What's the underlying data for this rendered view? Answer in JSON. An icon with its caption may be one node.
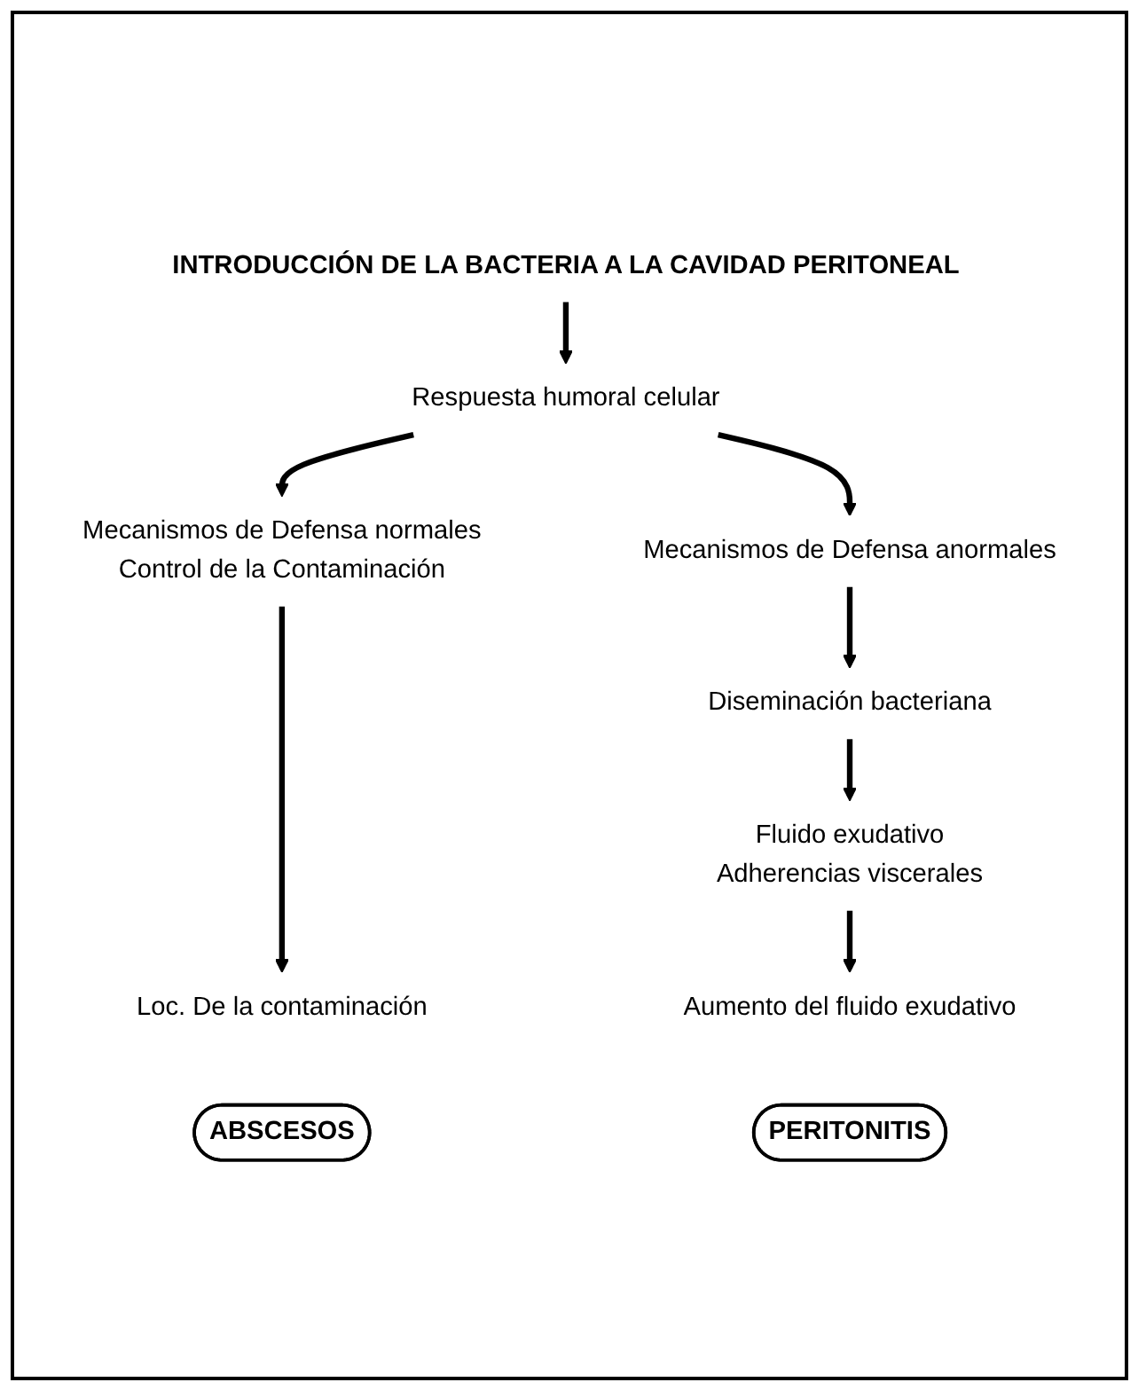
{
  "diagram": {
    "nodes": [
      {
        "text": [
          "INTRODUCCIÓN DE LA BACTERIA A LA CAVIDAD PERITONEAL"
        ]
      },
      {
        "text": [
          "Respuesta humoral celular"
        ]
      },
      {
        "text": [
          "Mecanismos de Defensa normales",
          "Control de la Contaminación"
        ]
      },
      {
        "text": [
          "Mecanismos de Defensa anormales"
        ]
      },
      {
        "text": [
          "Diseminación bacteriana"
        ]
      },
      {
        "text": [
          "Fluido exudativo",
          "Adherencias viscerales"
        ]
      },
      {
        "text": [
          "Loc. De la contaminación"
        ]
      },
      {
        "text": [
          "Aumento del fluido exudativo"
        ]
      },
      {
        "text": [
          "ABSCESOS"
        ]
      },
      {
        "text": [
          "PERITONITIS"
        ]
      }
    ],
    "edges": [
      {
        "from": 0,
        "to": 1,
        "arrow": "to"
      },
      {
        "from": 1,
        "to": 2,
        "arrow": "to"
      },
      {
        "from": 1,
        "to": 3,
        "arrow": "to"
      },
      {
        "from": 3,
        "to": 4,
        "arrow": "to"
      },
      {
        "from": 4,
        "to": 5,
        "arrow": "to"
      },
      {
        "from": 5,
        "to": 7,
        "arrow": "to"
      },
      {
        "from": 2,
        "to": 6,
        "arrow": "to"
      }
    ]
  }
}
